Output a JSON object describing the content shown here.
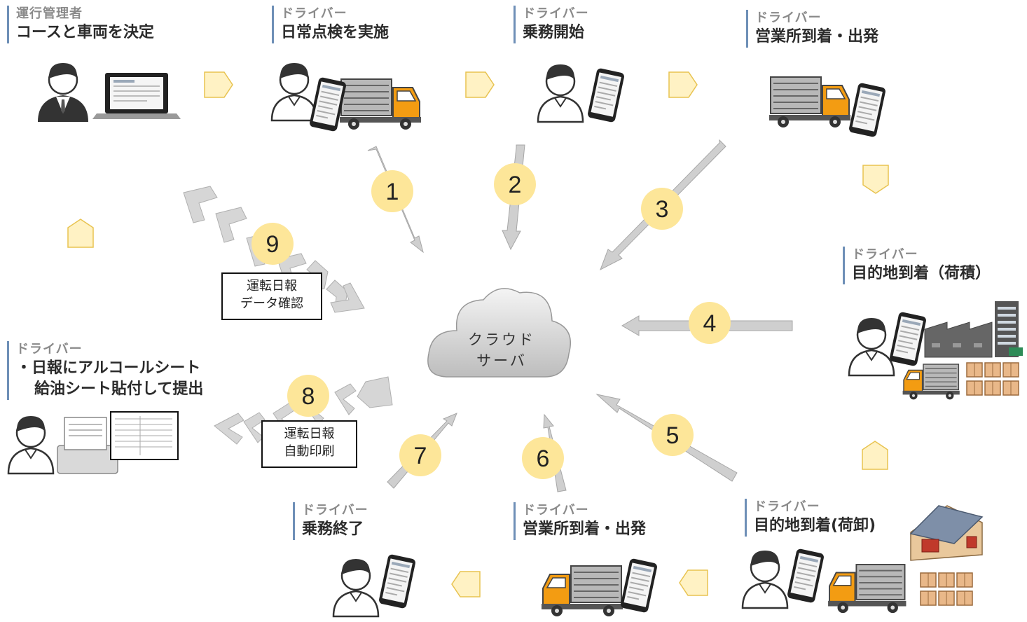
{
  "steps": [
    {
      "role": "運行管理者",
      "action": "コースと車両を決定"
    },
    {
      "role": "ドライバー",
      "action": "日常点検を実施"
    },
    {
      "role": "ドライバー",
      "action": "乗務開始"
    },
    {
      "role": "ドライバー",
      "action": "営業所到着・出発"
    },
    {
      "role": "ドライバー",
      "action": "目的地到着（荷積）"
    },
    {
      "role": "ドライバー",
      "action": "目的地到着(荷卸)"
    },
    {
      "role": "ドライバー",
      "action": "営業所到着・出発"
    },
    {
      "role": "ドライバー",
      "action": "乗務終了"
    },
    {
      "role": "ドライバー",
      "action_line1": "・日報にアルコールシート",
      "action_line2": "給油シート貼付して提出"
    }
  ],
  "cloud": {
    "line1": "クラウド",
    "line2": "サーバ"
  },
  "boxes": [
    {
      "line1": "運転日報",
      "line2": "データ確認"
    },
    {
      "line1": "運転日報",
      "line2": "自動印刷"
    }
  ],
  "badges": [
    "1",
    "2",
    "3",
    "4",
    "5",
    "6",
    "7",
    "8",
    "9"
  ],
  "colors": {
    "badge": "#fde699",
    "arrow": "#cfcfcf",
    "chevron": "#fff2c4",
    "accent": "#f39c12"
  }
}
